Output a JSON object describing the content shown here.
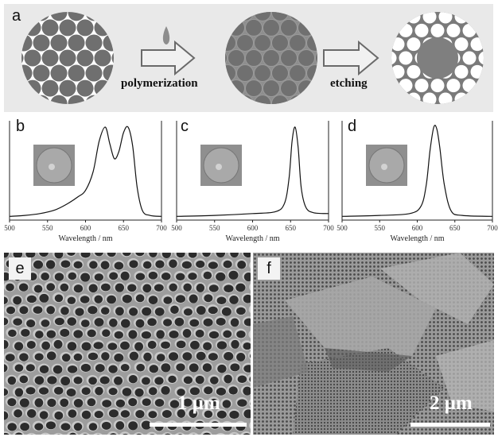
{
  "panel_a": {
    "label": "a",
    "step1": "polymerization",
    "step2": "etching"
  },
  "spectra_panels": [
    {
      "label": "b"
    },
    {
      "label": "c"
    },
    {
      "label": "d"
    }
  ],
  "chart_data": [
    {
      "type": "line",
      "xlabel": "Wavelength / nm",
      "xlim": [
        500,
        700
      ],
      "x_ticks": [
        "500",
        "550",
        "600",
        "650",
        "700"
      ],
      "series": [
        {
          "x": [
            500,
            520,
            540,
            560,
            575,
            590,
            600,
            610,
            618,
            626,
            632,
            638,
            644,
            650,
            656,
            662,
            668,
            675,
            685,
            700
          ],
          "y": [
            0.04,
            0.05,
            0.07,
            0.11,
            0.17,
            0.25,
            0.32,
            0.52,
            0.85,
            1.0,
            0.82,
            0.66,
            0.74,
            0.94,
            1.0,
            0.8,
            0.35,
            0.1,
            0.05,
            0.04
          ]
        }
      ]
    },
    {
      "type": "line",
      "xlabel": "Wavelength / nm",
      "xlim": [
        500,
        700
      ],
      "x_ticks": [
        "500",
        "550",
        "600",
        "650",
        "700"
      ],
      "series": [
        {
          "x": [
            500,
            550,
            600,
            630,
            642,
            648,
            652,
            656,
            660,
            664,
            670,
            680,
            700
          ],
          "y": [
            0.04,
            0.05,
            0.07,
            0.09,
            0.18,
            0.45,
            0.85,
            1.0,
            0.78,
            0.35,
            0.14,
            0.08,
            0.07
          ]
        }
      ]
    },
    {
      "type": "line",
      "xlabel": "Wavelength / nm",
      "xlim": [
        500,
        700
      ],
      "x_ticks": [
        "500",
        "550",
        "600",
        "650",
        "700"
      ],
      "series": [
        {
          "x": [
            500,
            550,
            590,
            605,
            612,
            617,
            622,
            626,
            630,
            636,
            645,
            660,
            700
          ],
          "y": [
            0.04,
            0.05,
            0.07,
            0.15,
            0.38,
            0.75,
            1.0,
            0.98,
            0.78,
            0.38,
            0.1,
            0.05,
            0.04
          ]
        }
      ]
    }
  ],
  "panel_e": {
    "label": "e",
    "scale": "1 μm"
  },
  "panel_f": {
    "label": "f",
    "scale": "2 μm"
  }
}
